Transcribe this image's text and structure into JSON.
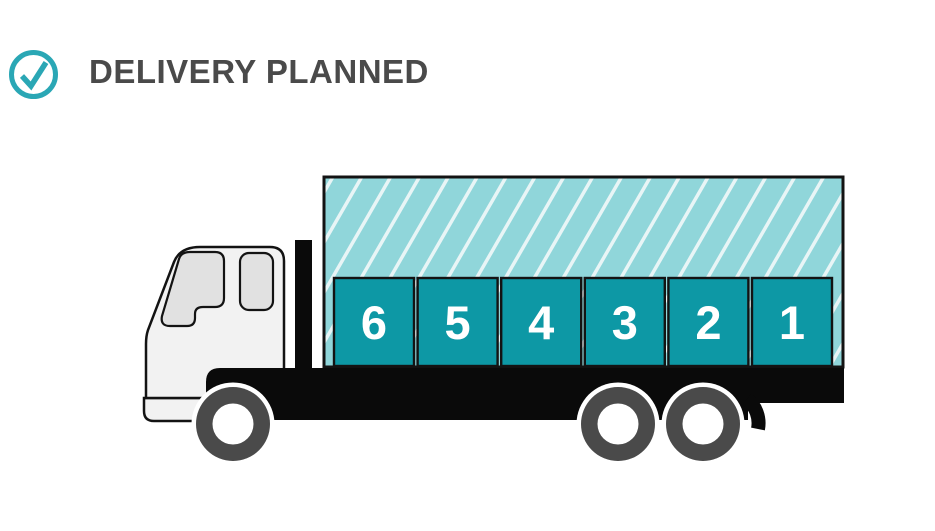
{
  "header": {
    "title": "DELIVERY PLANNED",
    "icon": "checkmark-circle"
  },
  "truck": {
    "cargo_box_numbers": [
      "6",
      "5",
      "4",
      "3",
      "2",
      "1"
    ]
  },
  "colors": {
    "accent_teal": "#2aa7b5",
    "box_teal": "#0d98a5",
    "stripe_bg": "#90d6da",
    "stripe_line": "#e8f5f6",
    "title_text": "#4a4a4a",
    "outline_black": "#131313",
    "chassis_black": "#0a0a0a",
    "wheel_gray": "#4a4a4a",
    "cab_fill": "#f2f2f2",
    "window_fill": "#e1e1e1"
  }
}
